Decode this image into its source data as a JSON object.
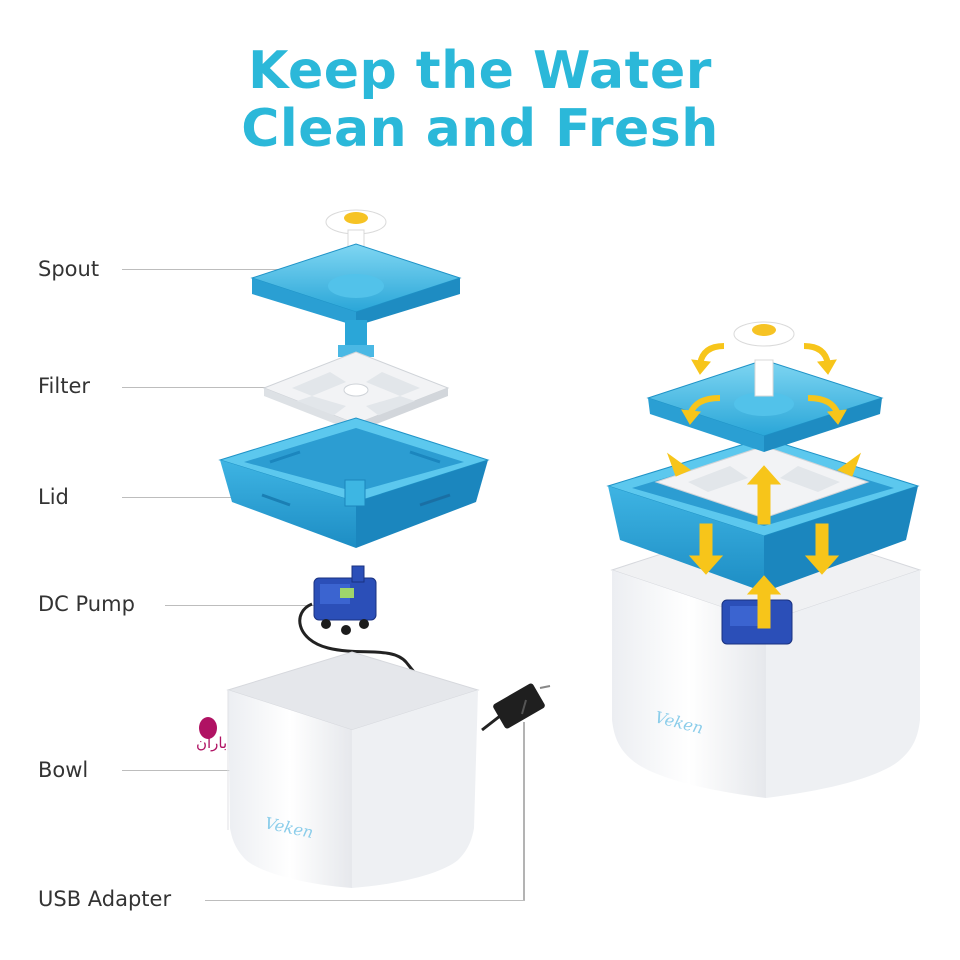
{
  "title": {
    "line1": "Keep the Water",
    "line2": "Clean and Fresh"
  },
  "components": [
    {
      "id": "spout",
      "label": "Spout"
    },
    {
      "id": "filter",
      "label": "Filter"
    },
    {
      "id": "lid",
      "label": "Lid"
    },
    {
      "id": "pump",
      "label": "DC Pump"
    },
    {
      "id": "bowl",
      "label": "Bowl"
    },
    {
      "id": "adapter",
      "label": "USB Adapter"
    }
  ],
  "brand_text": "Veken",
  "watermark_text": "باران",
  "colors": {
    "title": "#2bb8d9",
    "plastic_blue": "#3db6e3",
    "bowl_white": "#f7f8fa",
    "pump_blue": "#2b4fb8",
    "arrow_yellow": "#f7c51a"
  }
}
